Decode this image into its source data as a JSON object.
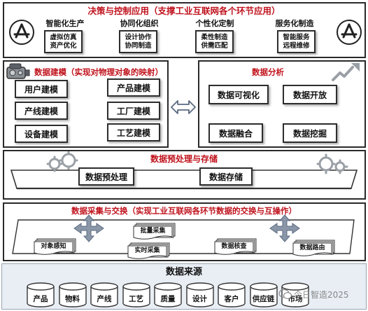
{
  "top": {
    "title": "决策与控制应用（支撑工业互联网各个环节应用）",
    "groups": [
      {
        "heading": "智能化生产",
        "lines": [
          "虚拟仿真",
          "资产优化"
        ]
      },
      {
        "heading": "协同化组织",
        "lines": [
          "设计协作",
          "协同制造"
        ]
      },
      {
        "heading": "个性化定制",
        "lines": [
          "柔性制造",
          "供需匹配"
        ]
      },
      {
        "heading": "服务化制造",
        "lines": [
          "智能服务",
          "远程维修"
        ]
      }
    ]
  },
  "modeling": {
    "title": "数据建模（实现对物理对象的映射）",
    "items": [
      "用户建模",
      "产品建模",
      "产线建模",
      "工厂建模",
      "设备建模",
      "工艺建模"
    ]
  },
  "analysis": {
    "title": "数据分析",
    "items": [
      "数据可视化",
      "数据开放",
      "数据融合",
      "数据挖掘"
    ]
  },
  "preprocess": {
    "title": "数据预处理与存储",
    "items": [
      "数据预处理",
      "数据存储"
    ]
  },
  "collection": {
    "title": "数据采集与交换（实现工业互联网各环节数据的交换与互操作）",
    "docs": [
      "批量采集",
      "实时采集",
      "对象感知",
      "数据核查",
      "数据路由"
    ]
  },
  "source": {
    "title": "数据来源",
    "cylinders": [
      "产品",
      "物料",
      "产线",
      "工艺",
      "质量",
      "设计",
      "客户",
      "供应链",
      "市场"
    ]
  },
  "watermark": "今日智造2025",
  "colors": {
    "accent": "#c0121c",
    "source_bg": "#e9eef5",
    "arrow": "#6b7a90"
  }
}
